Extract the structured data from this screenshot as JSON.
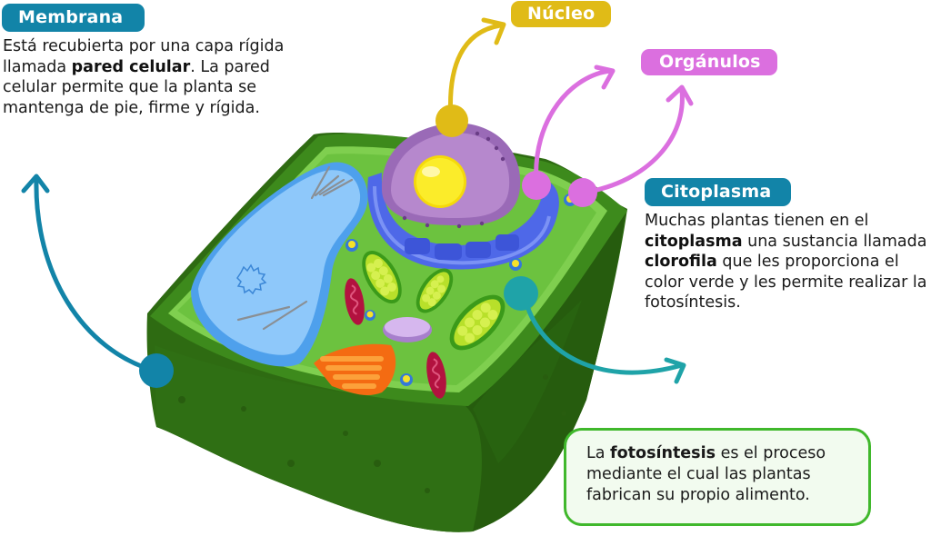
{
  "diagram": {
    "subject": "plant-cell",
    "labels": {
      "membrana": {
        "title": "Membrana",
        "color": "#1284a8",
        "description": [
          {
            "text": "Está recubierta por una capa rígida llamada ",
            "bold": false
          },
          {
            "text": "pared celular",
            "bold": true
          },
          {
            "text": ". La pared celular permite que la planta se mantenga de pie, firme y rígida.",
            "bold": false
          }
        ]
      },
      "nucleo": {
        "title": "Núcleo",
        "color": "#e0bb17"
      },
      "organulos": {
        "title": "Orgánulos",
        "color": "#db6fdf"
      },
      "citoplasma": {
        "title": "Citoplasma",
        "color": "#1284a8",
        "description": [
          {
            "text": "Muchas plantas tienen en el ",
            "bold": false
          },
          {
            "text": "citoplasma",
            "bold": true
          },
          {
            "text": " una sustancia llamada ",
            "bold": false
          },
          {
            "text": "clorofila",
            "bold": true
          },
          {
            "text": " que les proporciona el color verde y les permite realizar la fotosíntesis.",
            "bold": false
          }
        ]
      }
    },
    "note": {
      "border_color": "#40b82c",
      "text": [
        {
          "text": "La ",
          "bold": false
        },
        {
          "text": "fotosíntesis",
          "bold": true
        },
        {
          "text": " es el proceso mediante el cual las plantas fabrican su propio alimento.",
          "bold": false
        }
      ]
    },
    "connector_colors": {
      "membrana": "#1284a8",
      "nucleo": "#e0bb17",
      "organulos": "#db6fdf",
      "citoplasma": "#1fa3a8"
    }
  }
}
